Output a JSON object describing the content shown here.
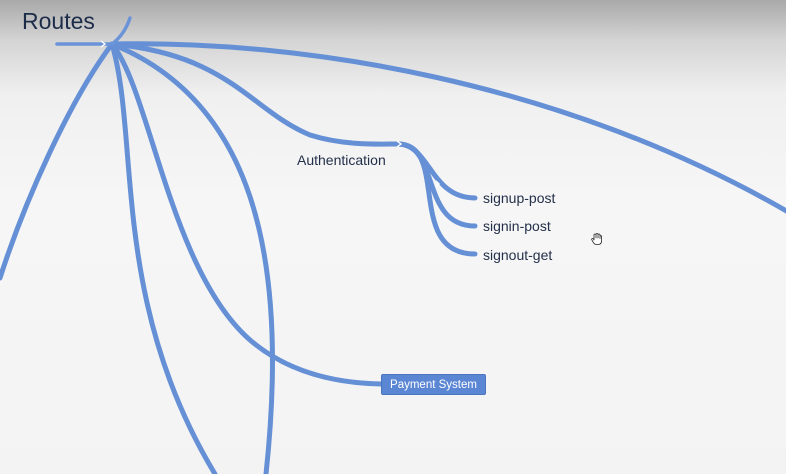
{
  "diagram": {
    "root": {
      "label": "Routes",
      "icon": "chevron-right-icon"
    },
    "nodes": {
      "authentication": {
        "label": "Authentication",
        "icon": "chevron-right-icon"
      },
      "signup_post": {
        "label": "signup-post"
      },
      "signin_post": {
        "label": "signin-post"
      },
      "signout_get": {
        "label": "signout-get"
      },
      "payment_system": {
        "label": "Payment System"
      }
    },
    "edge_color": "#6690d6",
    "node_box_color": "#5b86d4"
  },
  "cursor": {
    "icon": "hand-cursor-icon"
  }
}
